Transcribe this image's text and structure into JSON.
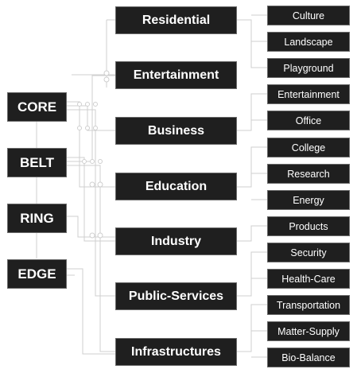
{
  "zones": [
    {
      "label": "CORE"
    },
    {
      "label": "BELT"
    },
    {
      "label": "RING"
    },
    {
      "label": "EDGE"
    }
  ],
  "functions": [
    {
      "label": "Residential"
    },
    {
      "label": "Entertainment"
    },
    {
      "label": "Business"
    },
    {
      "label": "Education"
    },
    {
      "label": "Industry"
    },
    {
      "label": "Public-Services"
    },
    {
      "label": "Infrastructures"
    }
  ],
  "subfunctions": [
    {
      "label": "Culture"
    },
    {
      "label": "Landscape"
    },
    {
      "label": "Playground"
    },
    {
      "label": "Entertainment"
    },
    {
      "label": "Office"
    },
    {
      "label": "College"
    },
    {
      "label": "Research"
    },
    {
      "label": "Energy"
    },
    {
      "label": "Products"
    },
    {
      "label": "Security"
    },
    {
      "label": "Health-Care"
    },
    {
      "label": "Transportation"
    },
    {
      "label": "Matter-Supply"
    },
    {
      "label": "Bio-Balance"
    }
  ]
}
